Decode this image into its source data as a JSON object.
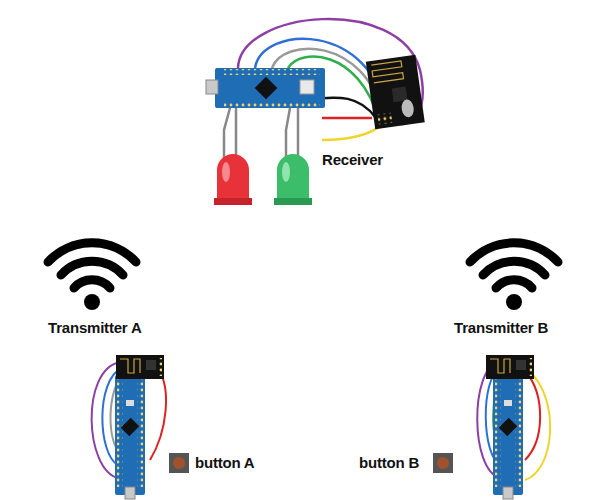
{
  "diagram": {
    "labels": [
      "Receiver",
      "Transmitter A",
      "Transmitter B",
      "button A",
      "button B"
    ]
  }
}
